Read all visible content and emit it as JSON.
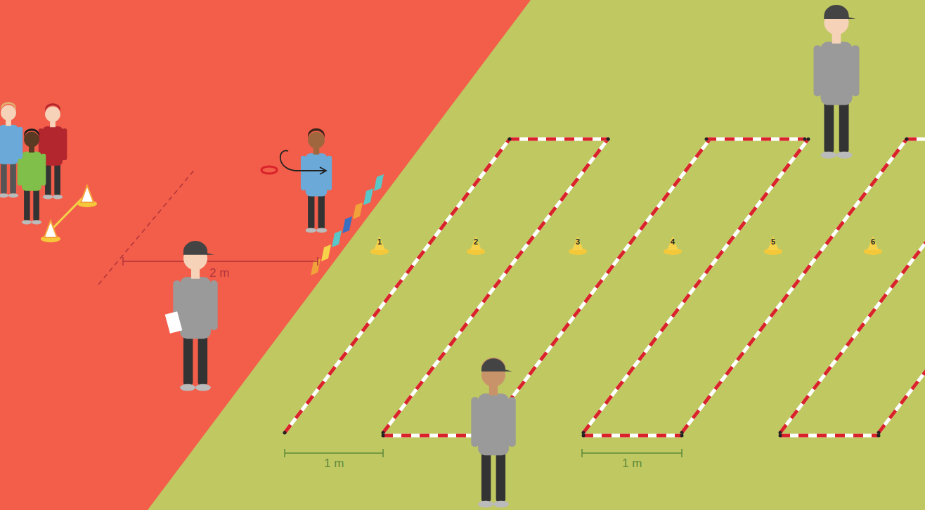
{
  "diagram": {
    "labels": [
      "2 m",
      "1",
      "2",
      "3",
      "4",
      "5",
      "6",
      "1 m",
      "1 m"
    ]
  }
}
